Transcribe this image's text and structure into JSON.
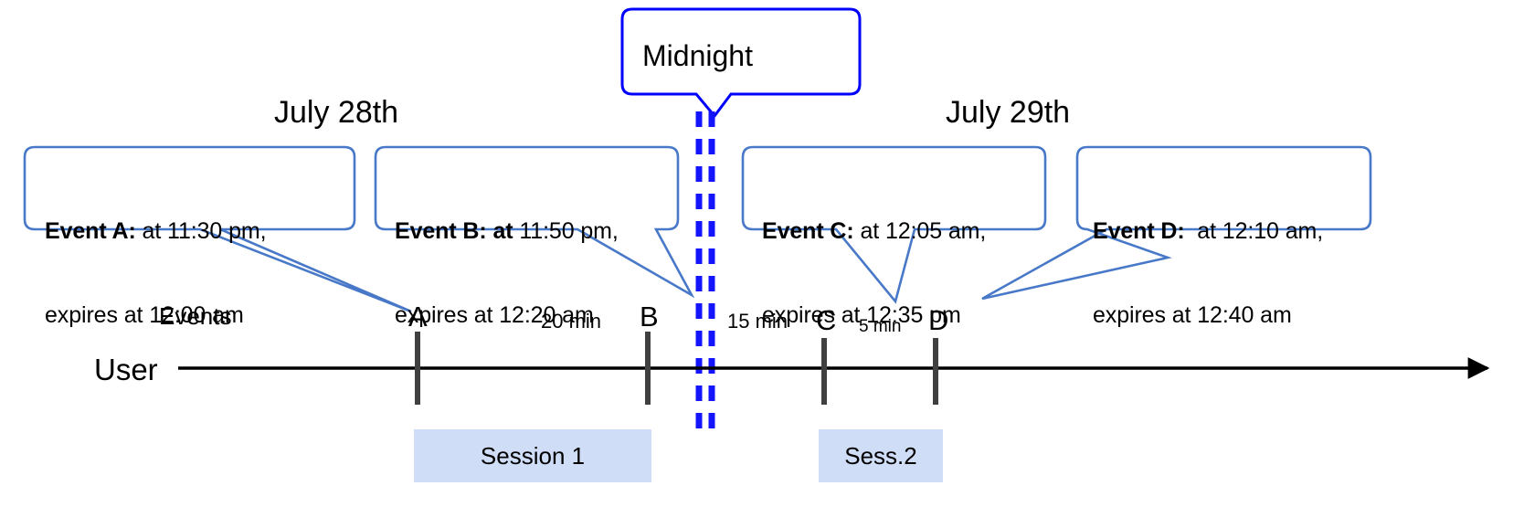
{
  "diagram": {
    "title_midnight": "Midnight",
    "dates": [
      {
        "label": "July 28th"
      },
      {
        "label": "July 29th"
      }
    ],
    "axis": {
      "row_label_events": "Events",
      "row_label_user": "User"
    },
    "colors": {
      "callout_border": "#4878C8",
      "midnight_border": "#0000FF",
      "midnight_line": "#1414FF",
      "session_fill": "#cfddf7",
      "marker": "#404040",
      "axis": "#000000",
      "text": "#000000"
    },
    "callouts": [
      {
        "id": "event-a",
        "bold": "Event A:",
        "rest_line1": " at 11:30 pm,",
        "line2": "expires at 12:00 am"
      },
      {
        "id": "event-b",
        "bold": "Event B: at",
        "rest_line1": " 11:50 pm,",
        "line2": "expires at 12:20 am"
      },
      {
        "id": "event-c",
        "bold": "Event C:",
        "rest_line1": " at 12:05 am,",
        "line2": "expires at 12:35 pm"
      },
      {
        "id": "event-d",
        "bold": "Event D:",
        "rest_line1": "  at 12:10 am,",
        "line2": "expires at 12:40 am"
      }
    ],
    "points": [
      {
        "letter": "A"
      },
      {
        "letter": "B"
      },
      {
        "letter": "C"
      },
      {
        "letter": "D"
      }
    ],
    "gaps": [
      {
        "label": "20 min"
      },
      {
        "label": "15 min"
      },
      {
        "label": "5 min"
      }
    ],
    "sessions": [
      {
        "label": "Session 1"
      },
      {
        "label": "Sess.2"
      }
    ]
  }
}
